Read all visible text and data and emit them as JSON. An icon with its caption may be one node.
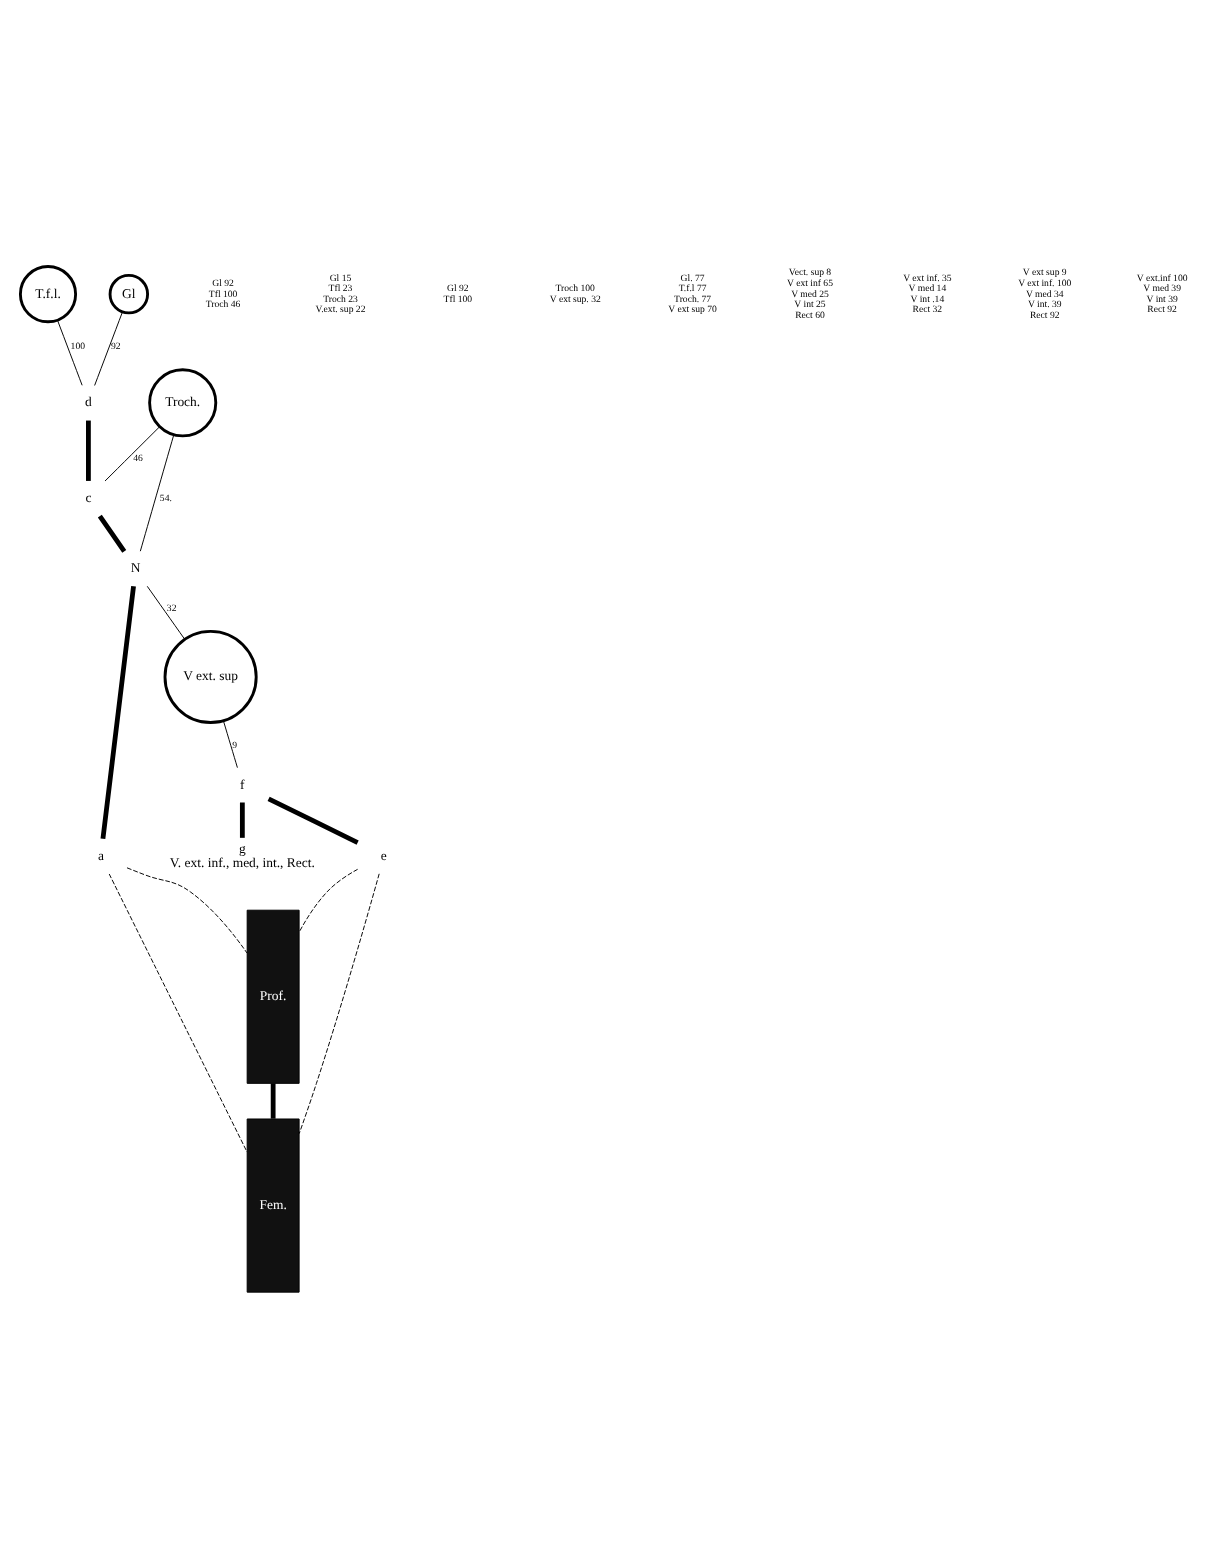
{
  "diagram": {
    "nodes": [
      {
        "text": [
          "T.f.l."
        ]
      },
      {
        "text": [
          "Gl"
        ]
      },
      {
        "text": [
          "d"
        ]
      },
      {
        "text": [
          "c"
        ]
      },
      {
        "text": [
          "Troch."
        ]
      },
      {
        "text": [
          "N"
        ]
      },
      {
        "text": [
          "a"
        ]
      },
      {
        "text": [
          "V ext. sup"
        ]
      },
      {
        "text": [
          "f"
        ]
      },
      {
        "text": [
          "e"
        ]
      },
      {
        "text": [
          "g"
        ],
        "beside": [
          "V. ext. inf., med, int., Rect."
        ]
      },
      {
        "text": [
          "Prof."
        ]
      },
      {
        "text": [
          "Fem."
        ]
      }
    ],
    "edges": [
      {
        "from": 0,
        "to": 2,
        "arrow": "none",
        "label": "100"
      },
      {
        "from": 1,
        "to": 2,
        "arrow": "none",
        "label": "92"
      },
      {
        "from": 2,
        "to": 3,
        "arrow": "none",
        "style": "thick"
      },
      {
        "from": 4,
        "to": 3,
        "arrow": "none",
        "label": "46"
      },
      {
        "from": 3,
        "to": 5,
        "arrow": "none",
        "style": "thick"
      },
      {
        "from": 4,
        "to": 5,
        "arrow": "none",
        "label": "54."
      },
      {
        "from": 5,
        "to": 6,
        "arrow": "none",
        "style": "thick"
      },
      {
        "from": 5,
        "to": 7,
        "arrow": "none",
        "label": "32"
      },
      {
        "from": 7,
        "to": 8,
        "arrow": "none",
        "label": "9"
      },
      {
        "from": 8,
        "to": 9,
        "arrow": "none",
        "style": "thick"
      },
      {
        "from": 8,
        "to": 10,
        "arrow": "none",
        "style": "thick"
      },
      {
        "from": 6,
        "to": 12,
        "arrow": "none",
        "style": "dashed"
      },
      {
        "from": 6,
        "to": 11,
        "arrow": "none",
        "style": "dashed"
      },
      {
        "from": 9,
        "to": 12,
        "arrow": "none",
        "style": "dashed"
      },
      {
        "from": 9,
        "to": 11,
        "arrow": "none",
        "style": "dashed"
      },
      {
        "from": 11,
        "to": 12,
        "arrow": "none",
        "style": "thick"
      }
    ],
    "labels": [
      "Gl 92 Tfl 100 Troch 46",
      "Gl 15 Tfl 23 Troch 23 V.ext. sup 22",
      "Gl 92 Tfl 100",
      "Troch 100 V ext sup. 32",
      "Gl. 77 T.f.l 77 Troch. 77 V ext sup 70",
      "Vect. sup 8 V ext inf 65 V med 25 V int 25 Rect 60",
      "V ext inf. 35 V med 14 V int .14 Rect 32",
      "V ext sup 9 V ext inf. 100 V med 34 V int. 39 Rect 92",
      "V ext.inf 100 V med 39 V int 39 Rect 92"
    ]
  }
}
